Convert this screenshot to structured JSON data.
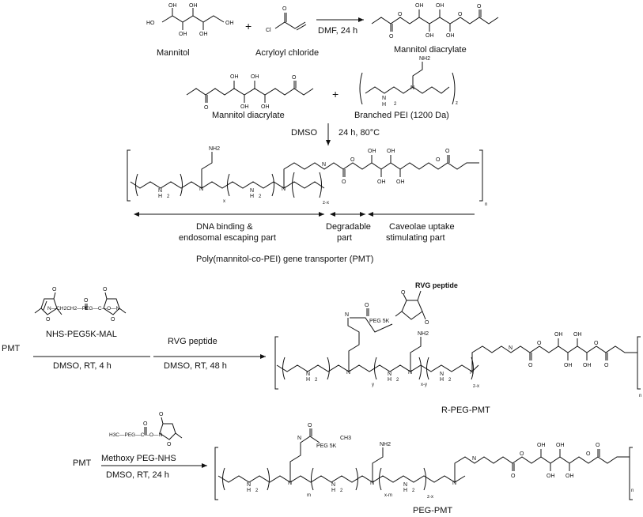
{
  "step1": {
    "reactant1": "Mannitol",
    "reactant2": "Acryloyl chloride",
    "plus": "+",
    "conditions": "DMF, 24 h",
    "product": "Mannitol diacrylate",
    "atoms": {
      "oh": "OH",
      "ho": "HO",
      "cl": "Cl",
      "o": "O"
    }
  },
  "step2": {
    "reactant1": "Mannitol diacrylate",
    "reactant2": "Branched PEI (1200 Da)",
    "plus": "+",
    "solvent": "DMSO",
    "conditions": "24 h, 80°C",
    "atoms": {
      "nh2": "NH2",
      "n": "N",
      "h": "H",
      "two": "2",
      "z": "z"
    }
  },
  "pmt": {
    "subs": {
      "x": "x",
      "zx": "z-x",
      "n": "n"
    },
    "parts": {
      "dna": [
        "DNA binding &",
        "endosomal escaping part"
      ],
      "degradable": [
        "Degradable",
        "part"
      ],
      "caveolae": [
        "Caveolae uptake",
        "stimulating part"
      ]
    },
    "title": "Poly(mannitol-co-PEI) gene transporter (PMT)"
  },
  "step3": {
    "start": "PMT",
    "reagent": "NHS-PEG5K-MAL",
    "reagent_chain": "N—CH2CH2—PEG—C—O—N",
    "cond1": "DMSO, RT, 4 h",
    "reagent2": "RVG peptide",
    "cond2": "DMSO, RT, 48 h",
    "product": "R-PEG-PMT",
    "peptide_label": "RVG peptide",
    "peg_label": "PEG 5K",
    "subs": {
      "y": "y",
      "xy": "x-y",
      "zx": "z-x",
      "n": "n"
    }
  },
  "step4": {
    "start": "PMT",
    "reagent": "Methoxy PEG-NHS",
    "reagent_chain": "H3C—PEG—C—O—N",
    "cond": "DMSO, RT, 24 h",
    "product": "PEG-PMT",
    "peg_label": "PEG 5K",
    "ch3": "CH3",
    "subs": {
      "m": "m",
      "xm": "x-m",
      "zx": "z-x",
      "n": "n"
    }
  },
  "colors": {
    "ink": "#111111",
    "background": "#ffffff"
  }
}
